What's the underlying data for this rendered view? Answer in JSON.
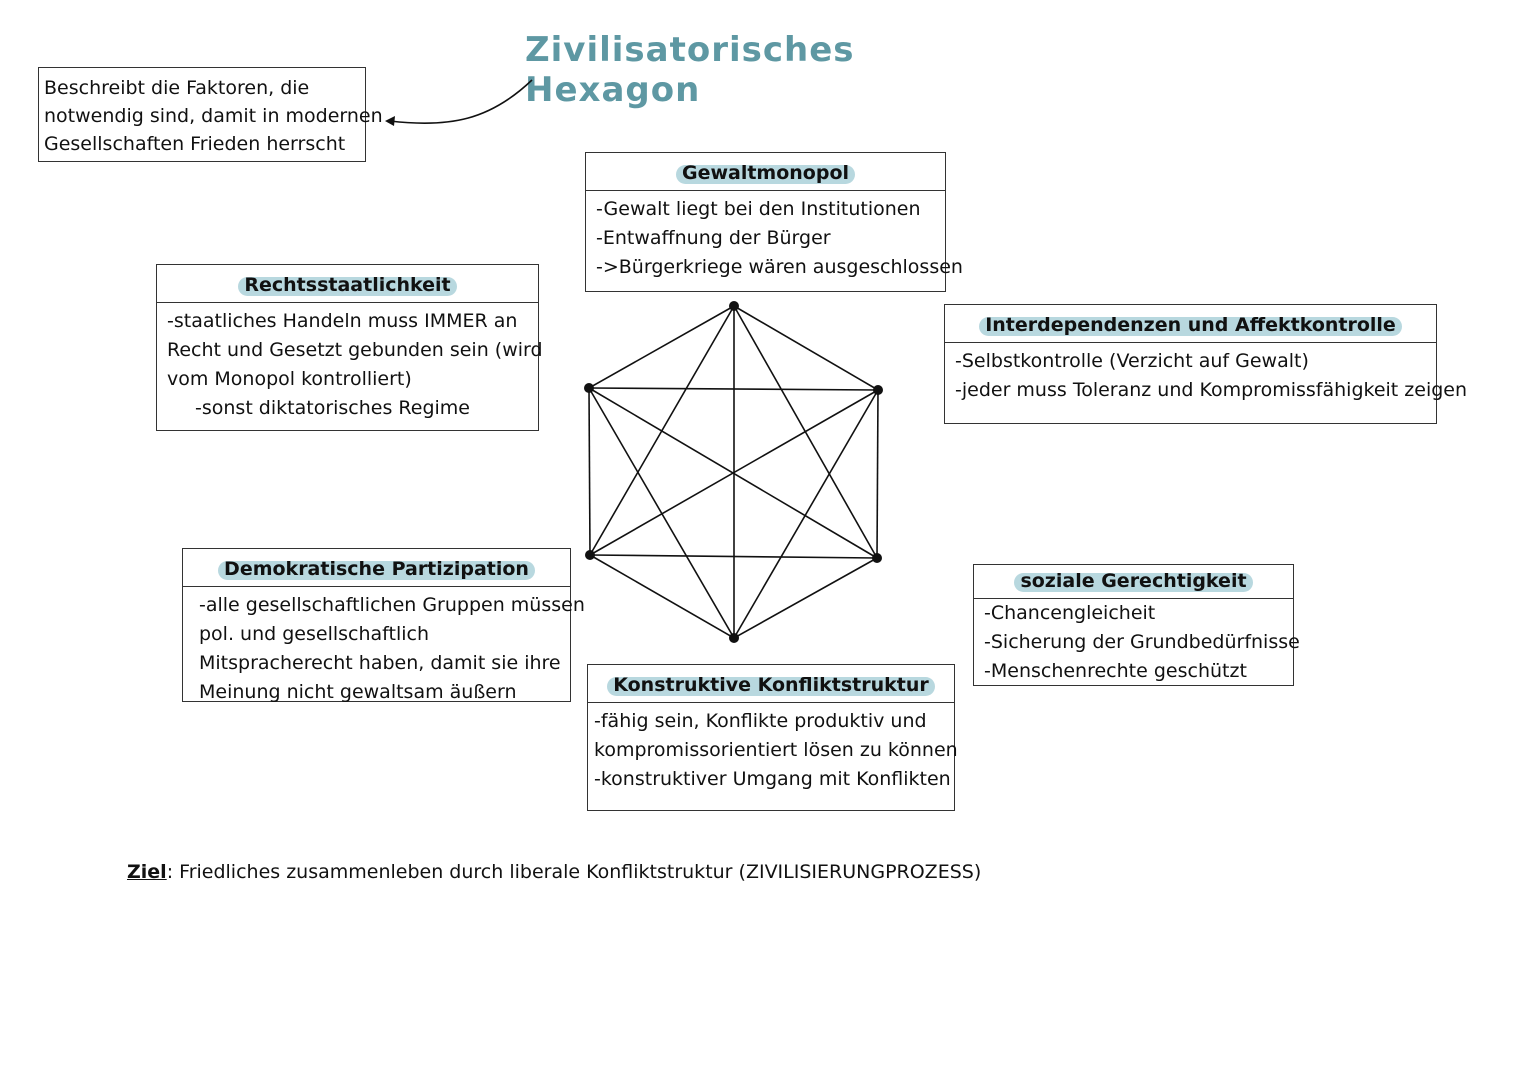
{
  "title": "Zivilisatorisches Hexagon",
  "intro": {
    "lines": [
      "Beschreibt die Faktoren, die",
      "notwendig sind, damit in modernen",
      "Gesellschaften Frieden herrscht"
    ]
  },
  "boxes": {
    "gewaltmonopol": {
      "heading": "Gewaltmonopol",
      "lines": [
        "-Gewalt liegt bei den Institutionen",
        "-Entwaffnung der Bürger",
        "->Bürgerkriege wären ausgeschlossen"
      ]
    },
    "rechtsstaatlichkeit": {
      "heading": "Rechtsstaatlichkeit",
      "lines": [
        "-staatliches Handeln muss IMMER an",
        "Recht und Gesetzt gebunden sein (wird",
        "vom Monopol kontrolliert)",
        "-sonst diktatorisches Regime"
      ]
    },
    "interdependenzen": {
      "heading": "Interdependenzen und Affektkontrolle",
      "lines": [
        "-Selbstkontrolle (Verzicht auf Gewalt)",
        "-jeder muss Toleranz und Kompromissfähigkeit zeigen"
      ]
    },
    "partizipation": {
      "heading": "Demokratische Partizipation",
      "lines": [
        "-alle gesellschaftlichen Gruppen müssen",
        "pol. und gesellschaftlich",
        "Mitspracherecht haben, damit sie ihre",
        "Meinung nicht gewaltsam äußern"
      ]
    },
    "gerechtigkeit": {
      "heading": "soziale Gerechtigkeit",
      "lines": [
        "-Chancengleicheit",
        "-Sicherung der Grundbedürfnisse",
        "-Menschenrechte geschützt"
      ]
    },
    "konfliktstruktur": {
      "heading": "Konstruktive Konfliktstruktur",
      "lines": [
        "-fähig sein, Konflikte produktiv und",
        "kompromissorientiert lösen zu können",
        "-konstruktiver Umgang mit Konflikten"
      ]
    }
  },
  "goal": {
    "label": "Ziel",
    "text": ": Friedliches zusammenleben durch liberale Konfliktstruktur (ZIVILISIERUNGPROZESS)"
  },
  "colors": {
    "title": "#5e98a3",
    "highlight": "#b8d8df",
    "ink": "#111111"
  }
}
